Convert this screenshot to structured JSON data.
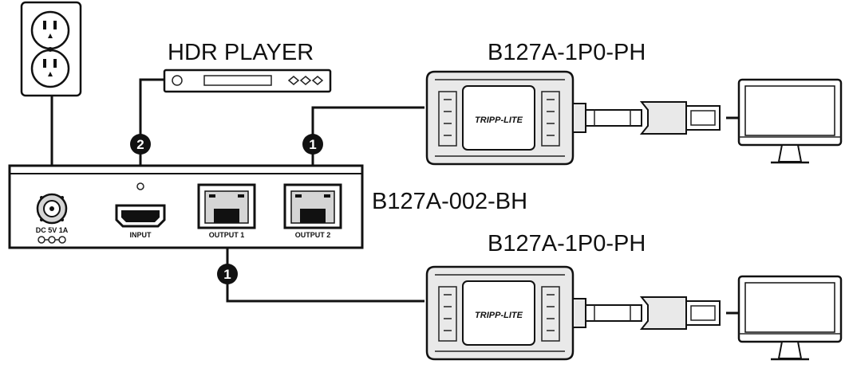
{
  "labels": {
    "hdr_player": "HDR PLAYER",
    "receiver_top": "B127A-1P0-PH",
    "receiver_bottom": "B127A-1P0-PH",
    "splitter": "B127A-002-BH"
  },
  "ports": {
    "power": "DC 5V 1A",
    "input": "INPUT",
    "output1": "OUTPUT 1",
    "output2": "OUTPUT 2"
  },
  "badges": {
    "hdmi_cable": "2",
    "output2_cable": "1",
    "output1_cable": "1"
  },
  "brand": "TRIPP-LITE",
  "colors": {
    "line": "#111111",
    "background": "#ffffff",
    "device_fill": "#e9e9e9",
    "port_fill": "#d5d5d5"
  }
}
